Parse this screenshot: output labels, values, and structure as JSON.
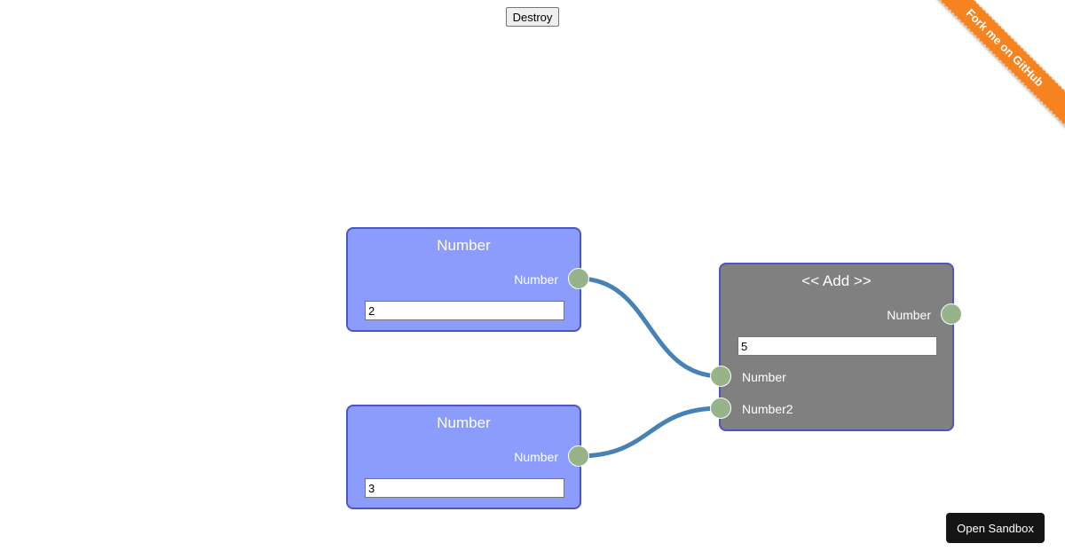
{
  "toolbar": {
    "destroy_label": "Destroy"
  },
  "ribbon": {
    "label": "Fork me on GitHub",
    "color": "#f5831f"
  },
  "nodes": [
    {
      "title": "Number",
      "output_label": "Number",
      "input_value": "2"
    },
    {
      "title": "Number",
      "output_label": "Number",
      "input_value": "3"
    },
    {
      "title": "<< Add >>",
      "output_label": "Number",
      "input_value": "5",
      "inputs": [
        "Number",
        "Number2"
      ]
    }
  ],
  "colors": {
    "number_node_bg": "#8c9cfd",
    "add_node_bg": "#808080",
    "node_border": "#4c55c2",
    "socket": "#96b38a",
    "connection": "#4682b4"
  },
  "sandbox": {
    "label": "Open Sandbox"
  }
}
